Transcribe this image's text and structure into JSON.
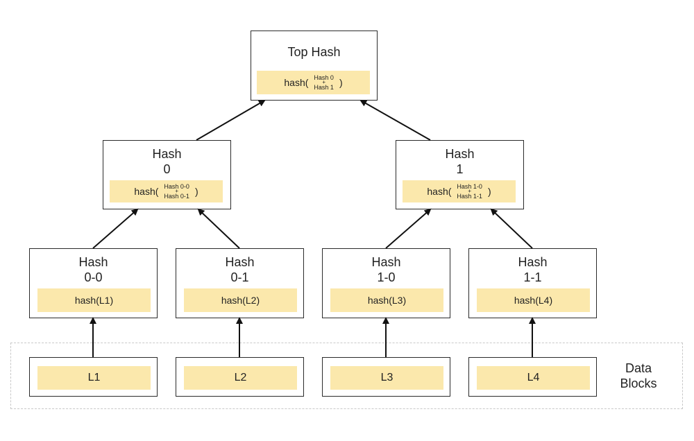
{
  "top": {
    "title": "Top Hash",
    "func": "hash(",
    "arg1": "Hash 0",
    "plus": "+",
    "arg2": "Hash 1",
    "close": ")"
  },
  "level1": [
    {
      "line1": "Hash",
      "line2": "0",
      "func": "hash(",
      "arg1": "Hash 0-0",
      "plus": "+",
      "arg2": "Hash 0-1",
      "close": ")"
    },
    {
      "line1": "Hash",
      "line2": "1",
      "func": "hash(",
      "arg1": "Hash 1-0",
      "plus": "+",
      "arg2": "Hash 1-1",
      "close": ")"
    }
  ],
  "level2": [
    {
      "line1": "Hash",
      "line2": "0-0",
      "func": "hash(L1)"
    },
    {
      "line1": "Hash",
      "line2": "0-1",
      "func": "hash(L2)"
    },
    {
      "line1": "Hash",
      "line2": "1-0",
      "func": "hash(L3)"
    },
    {
      "line1": "Hash",
      "line2": "1-1",
      "func": "hash(L4)"
    }
  ],
  "leaves": [
    "L1",
    "L2",
    "L3",
    "L4"
  ],
  "data_blocks_label": {
    "line1": "Data",
    "line2": "Blocks"
  },
  "colors": {
    "highlight": "#fbe8ac",
    "border": "#2a2a2a",
    "dashed": "#c8c8c8"
  }
}
